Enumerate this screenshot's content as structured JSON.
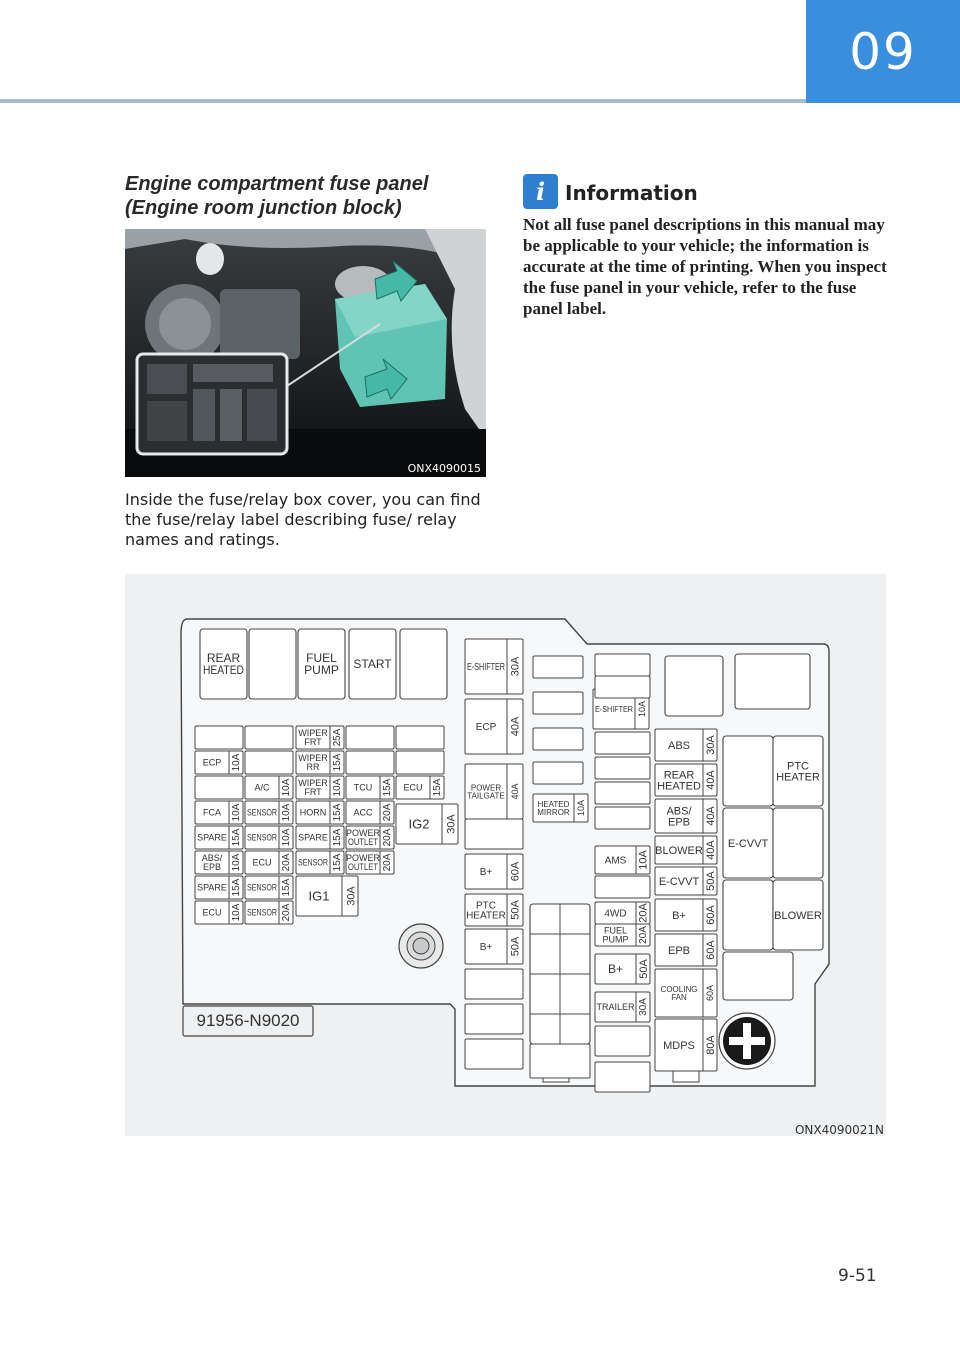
{
  "header": {
    "chapter": "09",
    "page_number": "9-51"
  },
  "section": {
    "title_line1": "Engine compartment fuse panel",
    "title_line2": "(Engine room junction block)"
  },
  "photo": {
    "caption": "ONX4090015"
  },
  "body_text": "Inside the fuse/relay box cover, you can find the fuse/relay label describing fuse/ relay names and ratings.",
  "info": {
    "title": "Information",
    "text": "Not all fuse panel descriptions in this manual may be applicable to your vehicle; the information is accurate at the time of printing. When you inspect the fuse panel in your vehicle, refer to the fuse panel label."
  },
  "diagram": {
    "caption": "ONX4090021N",
    "part_number": "91956-N9020",
    "relays_top": [
      "REAR HEATED",
      "",
      "FUEL PUMP",
      "START",
      ""
    ],
    "left_fuses": [
      {
        "name": "ECP",
        "rating": "10A"
      },
      {
        "name": "A/C",
        "rating": "10A"
      },
      {
        "name": "WIPER FRT",
        "rating": "25A"
      },
      {
        "name": "WIPER RR",
        "rating": "15A"
      },
      {
        "name": "WIPER FRT",
        "rating": "10A"
      },
      {
        "name": "TCU",
        "rating": "15A"
      },
      {
        "name": "ECU",
        "rating": "15A"
      },
      {
        "name": "FCA",
        "rating": "10A"
      },
      {
        "name": "SENSOR",
        "rating": "10A"
      },
      {
        "name": "HORN",
        "rating": "15A"
      },
      {
        "name": "ACC",
        "rating": "20A"
      },
      {
        "name": "SPARE",
        "rating": "15A"
      },
      {
        "name": "SENSOR",
        "rating": "10A"
      },
      {
        "name": "SPARE",
        "rating": "15A"
      },
      {
        "name": "POWER OUTLET",
        "rating": "20A"
      },
      {
        "name": "ABS/ EPB",
        "rating": "10A"
      },
      {
        "name": "ECU",
        "rating": "20A"
      },
      {
        "name": "SENSOR",
        "rating": "15A"
      },
      {
        "name": "POWER OUTLET",
        "rating": "20A"
      },
      {
        "name": "SPARE",
        "rating": "15A"
      },
      {
        "name": "SENSOR",
        "rating": "15A"
      },
      {
        "name": "ECU",
        "rating": "10A"
      },
      {
        "name": "SENSOR",
        "rating": "20A"
      }
    ],
    "ig_relays": [
      {
        "name": "IG2",
        "rating": "30A"
      },
      {
        "name": "IG1",
        "rating": "30A"
      }
    ],
    "col_a": [
      {
        "name": "E-SHIFTER",
        "rating": "30A"
      },
      {
        "name": "ECP",
        "rating": "40A"
      },
      {
        "name": "POWER TAILGATE",
        "rating": "40A"
      },
      {
        "name": "B+",
        "rating": "60A"
      },
      {
        "name": "PTC HEATER",
        "rating": "50A"
      },
      {
        "name": "B+",
        "rating": "50A"
      }
    ],
    "heated_mirror": {
      "name": "HEATED MIRROR",
      "rating": "10A"
    },
    "col_b": [
      {
        "name": "E-SHIFTER",
        "rating": "10A"
      },
      {
        "name": "AMS",
        "rating": "10A"
      },
      {
        "name": "4WD",
        "rating": "20A"
      },
      {
        "name": "FUEL PUMP",
        "rating": "20A"
      },
      {
        "name": "B+",
        "rating": "50A"
      },
      {
        "name": "TRAILER",
        "rating": "30A"
      }
    ],
    "col_c": [
      {
        "name": "ABS",
        "rating": "30A"
      },
      {
        "name": "REAR HEATED",
        "rating": "40A"
      },
      {
        "name": "ABS/ EPB",
        "rating": "40A"
      },
      {
        "name": "BLOWER",
        "rating": "40A"
      },
      {
        "name": "E-CVVT",
        "rating": "50A"
      },
      {
        "name": "B+",
        "rating": "60A"
      },
      {
        "name": "EPB",
        "rating": "60A"
      },
      {
        "name": "COOLING FAN",
        "rating": "60A"
      },
      {
        "name": "MDPS",
        "rating": "80A"
      }
    ],
    "relays_right": [
      "PTC HEATER",
      "E-CVVT",
      "BLOWER"
    ]
  }
}
